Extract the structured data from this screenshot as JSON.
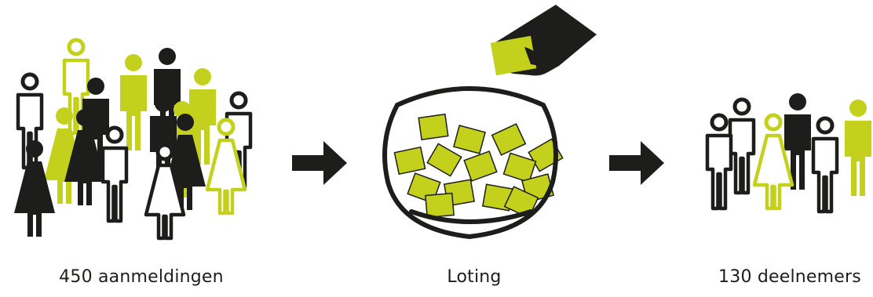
{
  "colors": {
    "accent": "#c3d11d",
    "dark": "#1d1d1b",
    "background": "#ffffff"
  },
  "steps": [
    {
      "label": "450 aanmeldingen",
      "icon": "crowd-icon"
    },
    {
      "label": "Loting",
      "icon": "lottery-bowl-icon"
    },
    {
      "label": "130 deelnemers",
      "icon": "group-icon"
    }
  ]
}
